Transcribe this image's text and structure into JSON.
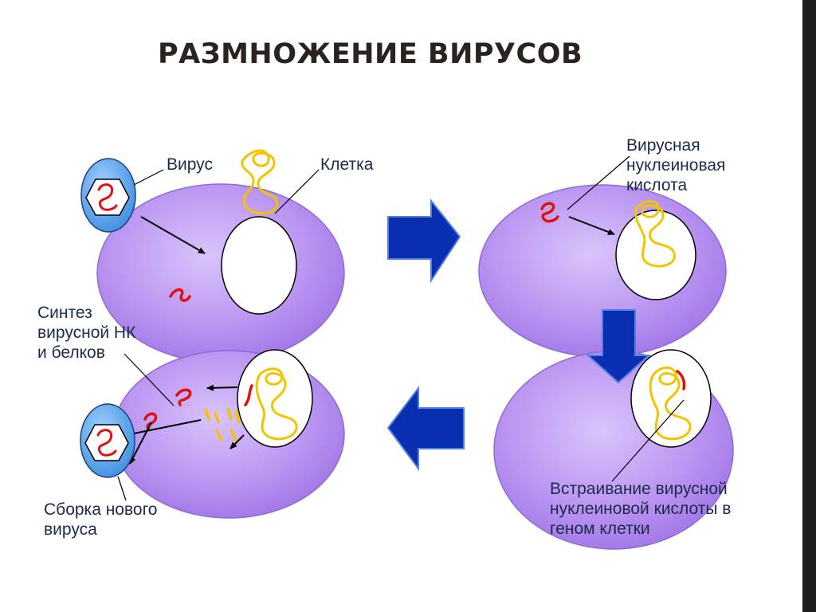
{
  "title": "РАЗМНОЖЕНИЕ ВИРУСОВ",
  "labels": {
    "virus": "Вирус",
    "cell": "Клетка",
    "viral_nucleic_acid": [
      "Вирусная",
      "нуклеиновая",
      "кислота"
    ],
    "synthesis": [
      "Синтез",
      "вирусной НК",
      "и белков"
    ],
    "integration": [
      "Встраивание вирусной",
      "нуклеиновой кислоты в",
      "геном клетки"
    ],
    "assembly": [
      "Сборка нового",
      "вируса"
    ]
  },
  "colors": {
    "cell": "#b58ff0",
    "nucleus": "#ffffff",
    "virus_body": "#5da8ec",
    "viral_rna": "#e01010",
    "cell_dna": "#f2c400",
    "arrow": "#0a2eb0",
    "label_text": "#1c2b4a"
  }
}
